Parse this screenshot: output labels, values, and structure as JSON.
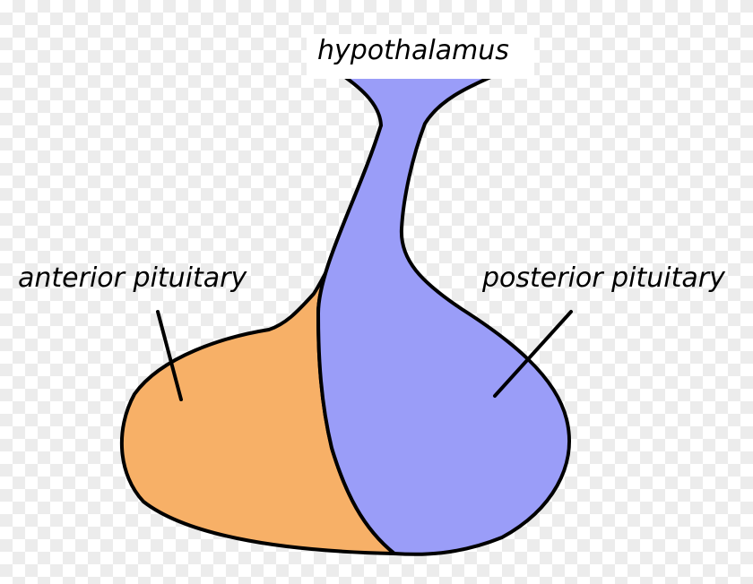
{
  "labels": {
    "hypothalamus": "hypothalamus",
    "anterior": "anterior pituitary",
    "posterior": "posterior pituitary"
  },
  "colors": {
    "anterior_fill": "#f7b067",
    "posterior_fill": "#9a9df8",
    "outline": "#000000",
    "label_box": "#ffffff"
  }
}
